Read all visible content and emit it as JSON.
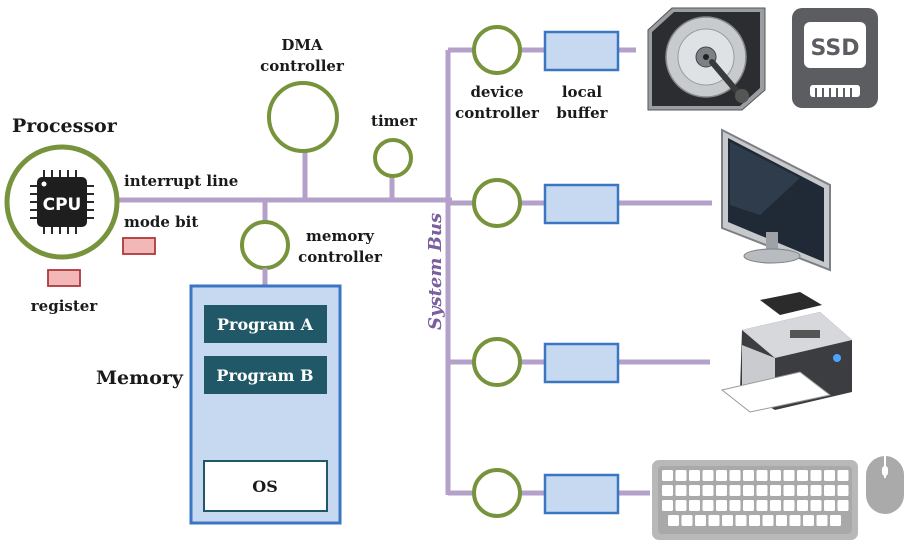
{
  "processor": {
    "title": "Processor",
    "chip": "CPU",
    "register": "register",
    "mode_bit": "mode bit",
    "interrupt_line": "interrupt line"
  },
  "dma": {
    "line1": "DMA",
    "line2": "controller"
  },
  "timer": "timer",
  "memory_controller": {
    "line1": "memory",
    "line2": "controller"
  },
  "memory": {
    "title": "Memory",
    "program_a": "Program A",
    "program_b": "Program B",
    "os": "OS"
  },
  "system_bus": "System Bus",
  "device_controller": {
    "line1": "device",
    "line2": "controller"
  },
  "local_buffer": {
    "line1": "local",
    "line2": "buffer"
  },
  "devices": {
    "ssd_label": "SSD",
    "list": [
      "hard-disk",
      "ssd",
      "monitor",
      "printer",
      "keyboard",
      "mouse"
    ]
  },
  "colors": {
    "bus": "#b3a1c9",
    "controller_ring": "#77933c",
    "buffer_fill": "#c6d9f1",
    "buffer_border": "#3a76c2",
    "memory_fill": "#c6d9f1",
    "program_box": "#215868",
    "register_fill": "#f2b8b8"
  }
}
